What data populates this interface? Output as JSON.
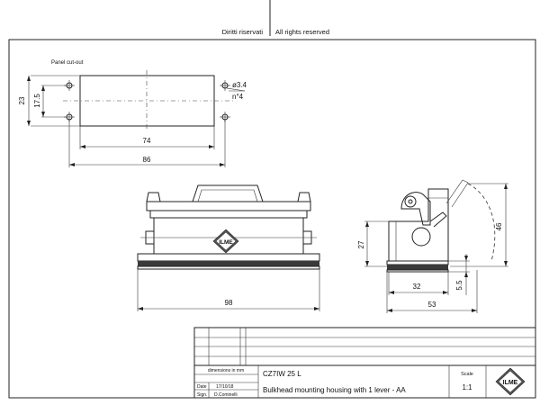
{
  "header": {
    "rights_it": "Diritti riservati",
    "rights_en": "All rights reserved"
  },
  "panel": {
    "label": "Panel cut-out",
    "dim_height_outer": "23",
    "dim_height_inner": "17.5",
    "dim_width_inner": "74",
    "dim_width_outer": "86",
    "hole_diameter": "ø3.4",
    "hole_count": "n°4"
  },
  "front_view": {
    "dim_width": "98"
  },
  "side_view": {
    "dim_body_height": "27",
    "dim_total_height": "46",
    "dim_base_height": "5.5",
    "dim_inner_width": "32",
    "dim_outer_width": "53"
  },
  "title_block": {
    "units_note": "dimensions in mm",
    "date_label": "Date",
    "date_value": "17/10/18",
    "sign_label": "Sign.",
    "sign_value": "D.Cominelli",
    "code": "CZ7IW 25 L",
    "description": "Bulkhead mounting housing with 1 lever - AA",
    "scale_label": "Scale",
    "scale_value": "1:1",
    "logo_text": "ILME"
  }
}
